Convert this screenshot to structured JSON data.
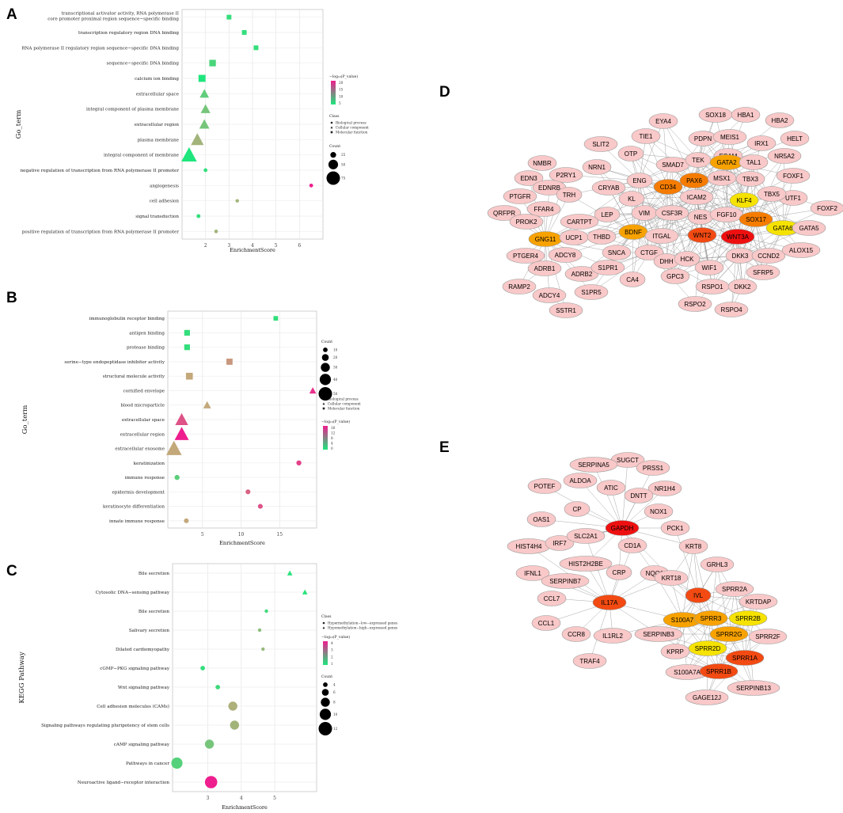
{
  "panels": [
    "A",
    "B",
    "C",
    "D",
    "E"
  ],
  "chart_data": [
    {
      "id": "A",
      "type": "scatter",
      "ylabel": "Go_term",
      "xlabel": "EnrichmentScore",
      "xlim": [
        1,
        7
      ],
      "xticks": [
        2,
        3,
        4,
        5,
        6
      ],
      "grid": true,
      "colorbar": {
        "title": "−log₁₀(P_value)",
        "min": 5,
        "max": 20,
        "ticks": [
          "20",
          "15",
          "10",
          "5"
        ],
        "low_color": "#1ee67c",
        "high_color": "#ee1e8e"
      },
      "legend_class": {
        "title": "Class",
        "items": [
          {
            "label": "Biological process",
            "shape": "circle"
          },
          {
            "label": "Cellular component",
            "shape": "triangle"
          },
          {
            "label": "Molecular function",
            "shape": "square"
          }
        ]
      },
      "legend_count": {
        "title": "Count",
        "items": [
          {
            "label": "25",
            "value": 25
          },
          {
            "label": "50",
            "value": 50
          },
          {
            "label": "75",
            "value": 75
          }
        ]
      },
      "count_range": [
        10,
        75
      ],
      "points": [
        {
          "term": "transcriptional activator activity, RNA polymerase II core promoter proximal region sequence−specific binding",
          "x": 3.0,
          "count": 18,
          "p": 6,
          "class": "Molecular function"
        },
        {
          "term": "transcription regulatory region DNA binding",
          "x": 3.65,
          "count": 18,
          "p": 6,
          "class": "Molecular function"
        },
        {
          "term": "RNA polymerase II regulatory region sequence−specific DNA binding",
          "x": 4.15,
          "count": 18,
          "p": 6,
          "class": "Molecular function"
        },
        {
          "term": "sequence−specific DNA binding",
          "x": 2.3,
          "count": 30,
          "p": 7,
          "class": "Molecular function"
        },
        {
          "term": "calcium ion binding",
          "x": 1.85,
          "count": 33,
          "p": 5,
          "class": "Molecular function"
        },
        {
          "term": "extracellular space",
          "x": 1.95,
          "count": 40,
          "p": 8,
          "class": "Cellular component"
        },
        {
          "term": "integral component of plasma membrane",
          "x": 2.0,
          "count": 42,
          "p": 9,
          "class": "Cellular component"
        },
        {
          "term": "extracellular region",
          "x": 1.95,
          "count": 45,
          "p": 9,
          "class": "Cellular component"
        },
        {
          "term": "plasma membrane",
          "x": 1.65,
          "count": 60,
          "p": 11,
          "class": "Cellular component"
        },
        {
          "term": "integral component of membrane",
          "x": 1.3,
          "count": 75,
          "p": 5,
          "class": "Cellular component"
        },
        {
          "term": "negative regulation of transcription from RNA polymerase II promoter",
          "x": 2.0,
          "count": 12,
          "p": 6,
          "class": "Biological process"
        },
        {
          "term": "angiogenesis",
          "x": 6.5,
          "count": 12,
          "p": 20,
          "class": "Biological process"
        },
        {
          "term": "cell adhesion",
          "x": 3.35,
          "count": 10,
          "p": 11,
          "class": "Biological process"
        },
        {
          "term": "signal transduction",
          "x": 1.7,
          "count": 13,
          "p": 6,
          "class": "Biological process"
        },
        {
          "term": "positive regulation of transcription from RNA polymerase II promoter",
          "x": 2.45,
          "count": 11,
          "p": 11,
          "class": "Biological process"
        }
      ]
    },
    {
      "id": "B",
      "type": "scatter",
      "ylabel": "Go_term",
      "xlabel": "EnrichmentScore",
      "xlim": [
        0.5,
        19.8
      ],
      "xticks": [
        5,
        10,
        15
      ],
      "grid": true,
      "colorbar": {
        "title": "−log₁₀(P_value)",
        "min": 0,
        "max": 16,
        "ticks": [
          "16",
          "12",
          "8",
          "4",
          "0"
        ],
        "low_color": "#1ee67c",
        "high_color": "#ee1e8e"
      },
      "legend_count": {
        "title": "Count",
        "items": [
          {
            "label": "10",
            "value": 10
          },
          {
            "label": "20",
            "value": 20
          },
          {
            "label": "30",
            "value": 30
          },
          {
            "label": "40",
            "value": 40
          },
          {
            "label": "50",
            "value": 50
          }
        ]
      },
      "legend_class": {
        "title": "Class",
        "items": [
          {
            "label": "Biological process",
            "shape": "circle"
          },
          {
            "label": "Cellular component",
            "shape": "triangle"
          },
          {
            "label": "Molecular function",
            "shape": "square"
          }
        ]
      },
      "count_range": [
        5,
        50
      ],
      "points": [
        {
          "term": "immunoglobulin receptor binding",
          "x": 14.5,
          "count": 10,
          "p": 1,
          "class": "Molecular function"
        },
        {
          "term": "antigen binding",
          "x": 3.0,
          "count": 15,
          "p": 1,
          "class": "Molecular function"
        },
        {
          "term": "protease binding",
          "x": 3.0,
          "count": 15,
          "p": 1,
          "class": "Molecular function"
        },
        {
          "term": "serine−type endopeptidase inhibitor activity",
          "x": 8.5,
          "count": 17,
          "p": 9,
          "class": "Molecular function"
        },
        {
          "term": "structural molecule activity",
          "x": 3.3,
          "count": 20,
          "p": 8,
          "class": "Molecular function"
        },
        {
          "term": "cornified envelope",
          "x": 19.3,
          "count": 16,
          "p": 15,
          "class": "Cellular component"
        },
        {
          "term": "blood microparticle",
          "x": 5.6,
          "count": 20,
          "p": 8,
          "class": "Cellular component"
        },
        {
          "term": "extracellular space",
          "x": 2.3,
          "count": 40,
          "p": 13,
          "class": "Cellular component"
        },
        {
          "term": "extracellular region",
          "x": 2.3,
          "count": 45,
          "p": 16,
          "class": "Cellular component"
        },
        {
          "term": "extracellular exosome",
          "x": 1.3,
          "count": 50,
          "p": 8,
          "class": "Cellular component"
        },
        {
          "term": "keratinization",
          "x": 17.5,
          "count": 12,
          "p": 14,
          "class": "Biological process"
        },
        {
          "term": "immune response",
          "x": 1.7,
          "count": 12,
          "p": 3,
          "class": "Biological process"
        },
        {
          "term": "epidermis development",
          "x": 10.9,
          "count": 11,
          "p": 12,
          "class": "Biological process"
        },
        {
          "term": "keratinocyte differentiation",
          "x": 12.5,
          "count": 11,
          "p": 13,
          "class": "Biological process"
        },
        {
          "term": "innate immune response",
          "x": 2.9,
          "count": 11,
          "p": 8,
          "class": "Biological process"
        }
      ]
    },
    {
      "id": "C",
      "type": "scatter",
      "ylabel": "KEGG Pathway",
      "xlabel": "EnrichmentScore",
      "xlim": [
        1.95,
        6.25
      ],
      "xticks": [
        3,
        4,
        5
      ],
      "grid": true,
      "legend_class": {
        "title": "Class",
        "items": [
          {
            "label": "Hypermethylation−low−expressed genes",
            "shape": "circle"
          },
          {
            "label": "Hypomethylation−high−expressed genes",
            "shape": "triangle"
          }
        ]
      },
      "colorbar": {
        "title": "−log₁₀(P_value)",
        "min": 1,
        "max": 4,
        "ticks": [
          "4",
          "3",
          "2",
          "1"
        ],
        "low_color": "#1ee67c",
        "high_color": "#ee1e8e"
      },
      "legend_count": {
        "title": "Count",
        "items": [
          {
            "label": "4",
            "value": 4
          },
          {
            "label": "6",
            "value": 6
          },
          {
            "label": "8",
            "value": 8
          },
          {
            "label": "10",
            "value": 10
          },
          {
            "label": "12",
            "value": 12
          }
        ]
      },
      "count_range": [
        3,
        12
      ],
      "points": [
        {
          "term": "Bile secretion",
          "x": 5.45,
          "count": 4,
          "p": 1.1,
          "class": "Hypomethylation−high−expressed genes"
        },
        {
          "term": "Cytosolic DNA−sensing pathway",
          "x": 5.9,
          "count": 4,
          "p": 1.1,
          "class": "Hypomethylation−high−expressed genes"
        },
        {
          "term": "Bile secretion",
          "x": 4.75,
          "count": 3,
          "p": 1.3,
          "class": "Hypermethylation−low−expressed genes"
        },
        {
          "term": "Salivary secretion",
          "x": 4.55,
          "count": 3,
          "p": 2.0,
          "class": "Hypermethylation−low−expressed genes"
        },
        {
          "term": "Dilated cardiomyopathy",
          "x": 4.65,
          "count": 3,
          "p": 2.1,
          "class": "Hypermethylation−low−expressed genes"
        },
        {
          "term": "cGMP−PKG signaling pathway",
          "x": 2.85,
          "count": 4,
          "p": 1.2,
          "class": "Hypermethylation−low−expressed genes"
        },
        {
          "term": "Wnt signaling pathway",
          "x": 3.3,
          "count": 4,
          "p": 1.3,
          "class": "Hypermethylation−low−expressed genes"
        },
        {
          "term": "Cell adhesion molecules (CAMs)",
          "x": 3.75,
          "count": 8,
          "p": 2.3,
          "class": "Hypermethylation−low−expressed genes"
        },
        {
          "term": "Signaling pathways regulating pluripotency of stem cells",
          "x": 3.8,
          "count": 8,
          "p": 2.2,
          "class": "Hypermethylation−low−expressed genes"
        },
        {
          "term": "cAMP signaling pathway",
          "x": 3.05,
          "count": 8,
          "p": 1.8,
          "class": "Hypermethylation−low−expressed genes"
        },
        {
          "term": "Pathways in cancer",
          "x": 2.08,
          "count": 10,
          "p": 1.5,
          "class": "Hypermethylation−low−expressed genes"
        },
        {
          "term": "Neuroactive ligand−receptor interaction",
          "x": 3.1,
          "count": 11,
          "p": 4.0,
          "class": "Hypermethylation−low−expressed genes"
        }
      ]
    }
  ],
  "networks": [
    {
      "id": "D",
      "colors": {
        "low": "#f9c8c8",
        "mid": "#f8a200",
        "high": "#ee1010",
        "yellow": "#f6e200",
        "orange": "#f57c00",
        "redorange": "#f24a12",
        "stroke": "#999999",
        "edge": "#8a8a8a"
      },
      "nodes": [
        "SOX18",
        "HBA1",
        "HBA2",
        "EYA4",
        "PDPN",
        "MEIS1",
        "IRX1",
        "HELT",
        "SLIT2",
        "TIE1",
        "ESAM",
        "NR5A2",
        "OTP",
        "SMAD7",
        "TEK",
        "GATA2",
        "TAL1",
        "NMBR",
        "NRN1",
        "FOXF1",
        "P2RY1",
        "EDN3",
        "EDNRB",
        "CRYAB",
        "ENG",
        "CD34",
        "PAX6",
        "MSX1",
        "TBX3",
        "UTF1",
        "FOXF2",
        "PTGFR",
        "TRH",
        "KL",
        "ICAM2",
        "KLF4",
        "TBX5",
        "FFAR4",
        "QRFPR",
        "PROK2",
        "LEP",
        "VIM",
        "CSF3R",
        "NES",
        "FGF10",
        "SOX17",
        "GATA6",
        "GATA5",
        "CARTPT",
        "GNG11",
        "UCP1",
        "BDNF",
        "ITGAL",
        "WNT2",
        "WNT3A",
        "THBD",
        "ADCY8",
        "PTGER4",
        "SNCA",
        "CTGF",
        "DHH",
        "HCK",
        "DKK3",
        "CCND2",
        "ALOX15",
        "ADRB1",
        "ADRB2",
        "S1PR1",
        "WIF1",
        "SFRP5",
        "RAMP2",
        "GPC3",
        "RSPO1",
        "DKK2",
        "ADCY4",
        "S1PR5",
        "CA4",
        "SSTR1",
        "RSPO2",
        "RSPO4"
      ]
    },
    {
      "id": "E",
      "nodes": [
        "SUGCT",
        "SERPINA5",
        "PRSS1",
        "ALDOA",
        "POTEF",
        "ATIC",
        "NR1H4",
        "DNTT",
        "CP",
        "OAS1",
        "GAPDH",
        "NOX1",
        "PCK1",
        "HIST4H4",
        "IRF7",
        "SLC2A1",
        "CD1A",
        "KRT8",
        "HIST2H2BE",
        "GRHL3",
        "IFNL1",
        "SERPINB7",
        "CRP",
        "NQO1",
        "KRT18",
        "CCL7",
        "IL17A",
        "IVL",
        "SPRR2A",
        "KRTDAP",
        "S100A7",
        "SPRR3",
        "SPRR2B",
        "CCL1",
        "SPRR2G",
        "SPRR2F",
        "CCR8",
        "IL1RL2",
        "SERPINB3",
        "SPRR2D",
        "KPRP",
        "SPRR1A",
        "TRAF4",
        "S100A7A",
        "SPRR1B",
        "SERPINB13",
        "GAGE12J"
      ]
    }
  ]
}
